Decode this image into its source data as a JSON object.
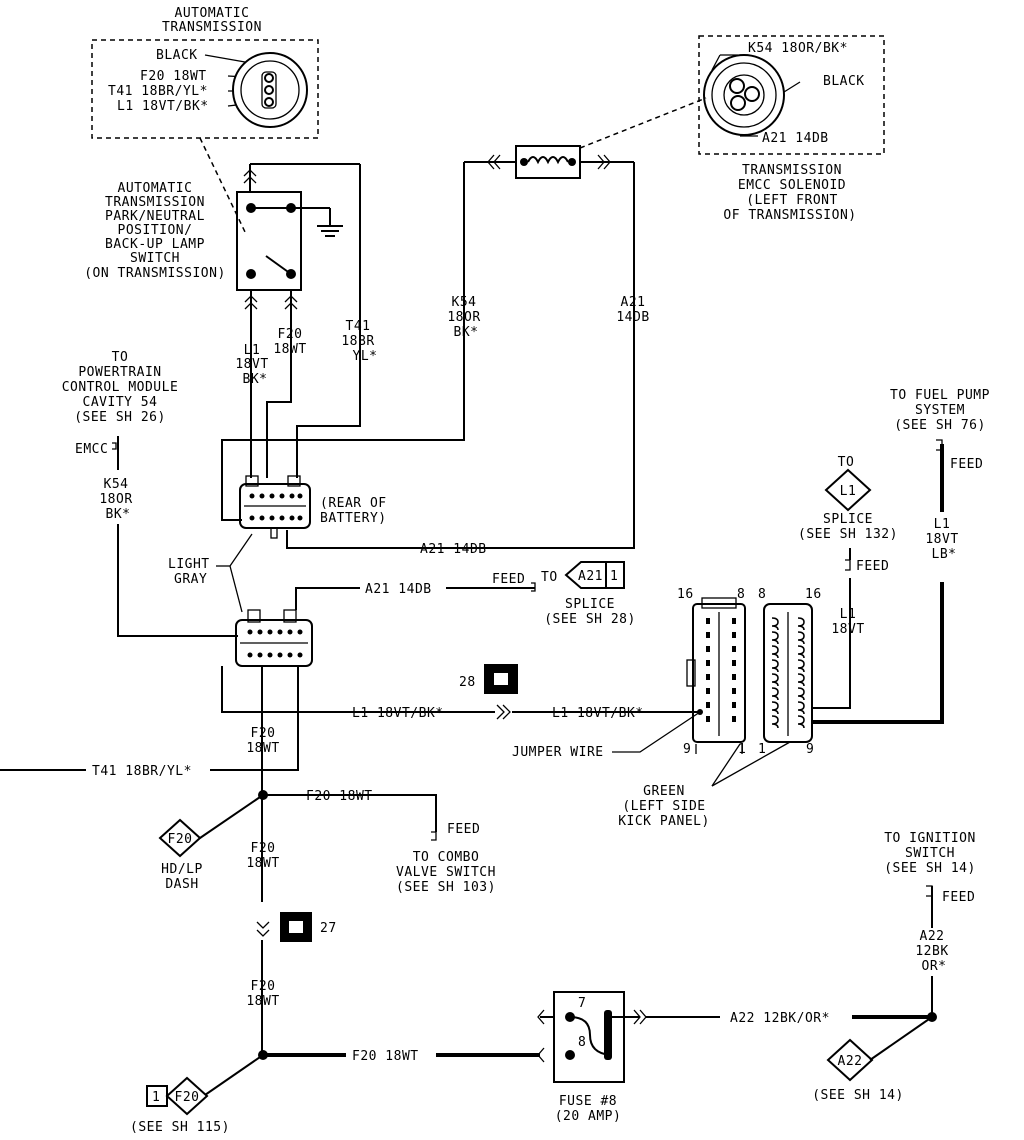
{
  "labels": {
    "auto_trans_title_1": "AUTOMATIC",
    "auto_trans_title_2": "TRANSMISSION",
    "conn_black": "BLACK",
    "conn_f20": "F20 18WT",
    "conn_t41": "T41 18BR/YL*",
    "conn_l1": "L1 18VT/BK*",
    "pnp_1": "AUTOMATIC",
    "pnp_2": "TRANSMISSION",
    "pnp_3": "PARK/NEUTRAL",
    "pnp_4": "POSITION/",
    "pnp_5": "BACK-UP LAMP",
    "pnp_6": "SWITCH",
    "pnp_7": "(ON TRANSMISSION)",
    "emcc_k54": "K54 18OR/BK*",
    "emcc_black": "BLACK",
    "emcc_a21": "A21 14DB",
    "emcc_1": "TRANSMISSION",
    "emcc_2": "EMCC SOLENOID",
    "emcc_3": "(LEFT FRONT",
    "emcc_4": "OF TRANSMISSION)",
    "k54_v1": "K54",
    "k54_v2": "18OR",
    "k54_v3": "BK*",
    "a21_v1": "A21",
    "a21_v2": "14DB",
    "l1_v1": "L1",
    "l1_v2": "18VT",
    "l1_v3": "BK*",
    "f20_v1": "F20",
    "f20_v2": "18WT",
    "t41_v1": "T41",
    "t41_v2": "18BR",
    "t41_v3": "YL*",
    "pcm_1": "TO",
    "pcm_2": "POWERTRAIN",
    "pcm_3": "CONTROL MODULE",
    "pcm_4": "CAVITY 54",
    "pcm_5": "(SEE SH 26)",
    "pcm_emcc": "EMCC",
    "pcm_k54_1": "K54",
    "pcm_k54_2": "18OR",
    "pcm_k54_3": "BK*",
    "rear_battery_1": "(REAR OF",
    "rear_battery_2": "BATTERY)",
    "a21_horiz": "A21 14DB",
    "light_gray_1": "LIGHT",
    "light_gray_2": "GRAY",
    "a21_horiz2": "A21 14DB",
    "feed": "FEED",
    "to": "TO",
    "splice_a21": "A21",
    "splice_28_1": "SPLICE",
    "splice_28_2": "(SEE SH 28)",
    "ground_28": "28",
    "l1_horiz": "L1 18VT/BK*",
    "l1_horiz2": "L1 18VT/BK*",
    "f20_below_1": "F20",
    "f20_below_2": "18WT",
    "t41_horiz": "T41 18BR/YL*",
    "f20_horiz": "F20 18WT",
    "hd_lp_1": "HD/LP",
    "hd_lp_2": "DASH",
    "f20_diamond": "F20",
    "combo_feed": "FEED",
    "combo_1": "TO COMBO",
    "combo_2": "VALVE SWITCH",
    "combo_3": "(SEE SH 103)",
    "ground_27": "27",
    "f20_lower_1": "F20",
    "f20_lower_2": "18WT",
    "f20_bottom_horiz": "F20 18WT",
    "splice_115_1": "1",
    "splice_115_2": "F20",
    "see_115": "(SEE SH 115)",
    "fuse_1": "FUSE #8",
    "fuse_2": "(20 AMP)",
    "fuse_7": "7",
    "fuse_8": "8",
    "a22_horiz": "A22 12BK/OR*",
    "a22_diamond": "A22",
    "see_14": "(SEE SH 14)",
    "ign_1": "TO IGNITION",
    "ign_2": "SWITCH",
    "ign_3": "(SEE SH 14)",
    "ign_feed": "FEED",
    "a22_v1": "A22",
    "a22_v2": "12BK",
    "a22_v3": "OR*",
    "kick_16": "16",
    "kick_8": "8",
    "kick_9": "9",
    "kick_1": "1",
    "kick_8b": "8",
    "kick_16b": "16",
    "kick_1b": "1",
    "kick_9b": "9",
    "jumper": "JUMPER WIRE",
    "green_1": "GREEN",
    "green_2": "(LEFT SIDE",
    "green_3": "KICK PANEL)",
    "splice_132_to": "TO",
    "splice_132_l1": "L1",
    "splice_132_1": "SPLICE",
    "splice_132_2": "(SEE SH 132)",
    "splice_132_feed": "FEED",
    "l1_right_1": "L1",
    "l1_right_2": "18VT",
    "fuel_1": "TO FUEL PUMP",
    "fuel_2": "SYSTEM",
    "fuel_3": "(SEE SH 76)",
    "fuel_feed": "FEED",
    "fuel_l1_1": "L1",
    "fuel_l1_2": "18VT",
    "fuel_l1_3": "LB*"
  }
}
